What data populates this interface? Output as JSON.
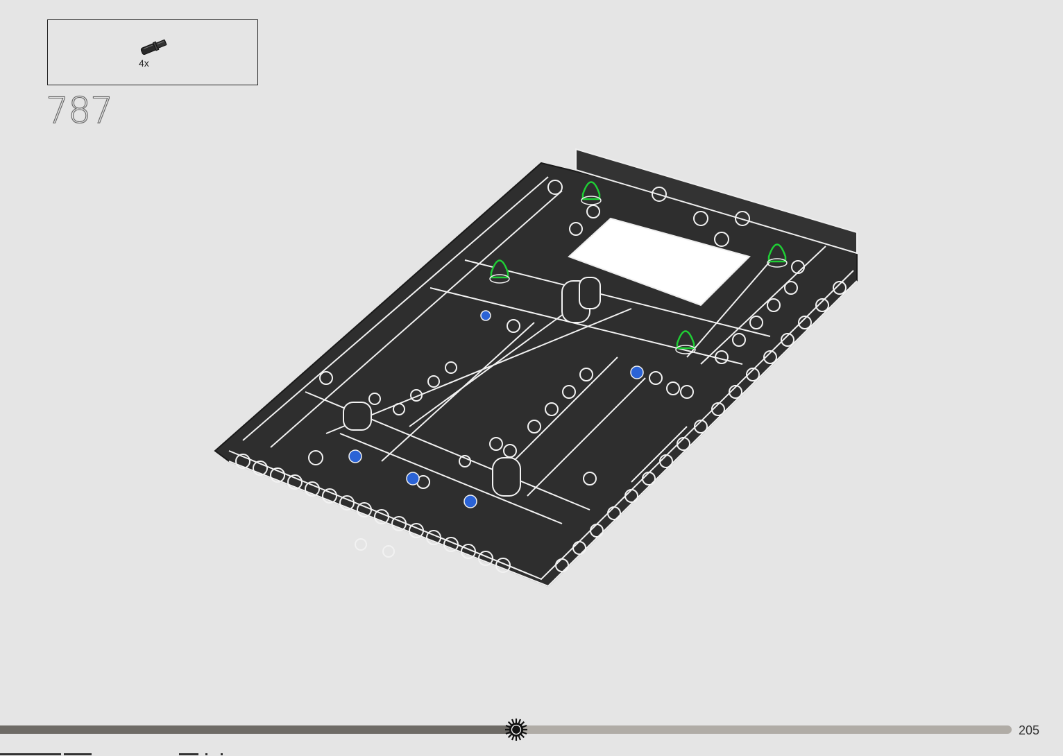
{
  "parts_callout": {
    "items": [
      {
        "icon": "axle-pin-icon",
        "quantity": "4x"
      }
    ]
  },
  "step": {
    "number": "787"
  },
  "illustration": {
    "subject": "technic-frame-assembly-icon",
    "colors": {
      "beam": "#2e2e2e",
      "outline": "#f2f2f2",
      "highlight_new_parts": "#1fcf35",
      "pin_blue": "#2b63d6"
    }
  },
  "footer": {
    "progress": 0.51,
    "page_number": "205",
    "colors": {
      "track": "#b0aca6",
      "fill": "#6e6b66"
    }
  }
}
